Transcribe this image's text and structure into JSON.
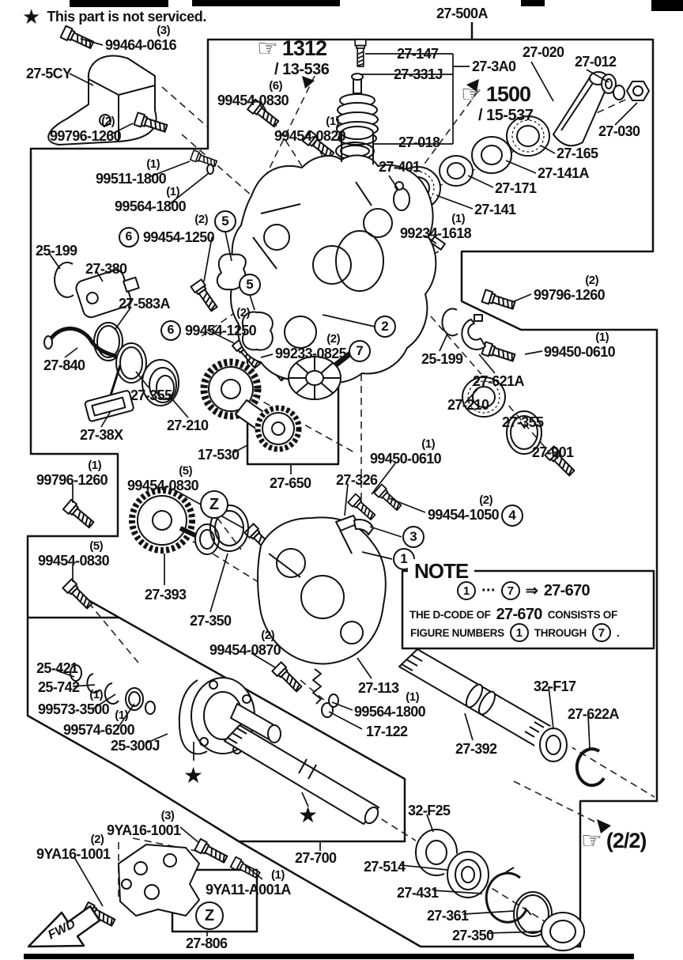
{
  "page": {
    "not_serviced_note": "This part is not serviced.",
    "fwd_label": "FWD"
  },
  "icons": {
    "star": "★",
    "hand": "☞",
    "arrow": "⇒"
  },
  "note_box": {
    "title": "NOTE",
    "seq_from": "1",
    "seq_dots": "···",
    "seq_to": "7",
    "arrow": "⇒",
    "seq_code": "27-670",
    "line2_pre": "THE D-CODE OF",
    "line2_code": "27-670",
    "line2_post": "CONSISTS OF",
    "line3_pre": "FIGURE NUMBERS",
    "line3_n1": "1",
    "line3_mid": "THROUGH",
    "line3_n2": "7",
    "line3_end": "."
  },
  "labels": [
    {
      "qty": "(3)",
      "text": "99464-0616"
    },
    {
      "text": "27-5CY"
    },
    {
      "qty": "(2)",
      "text": "99796-1260"
    },
    {
      "text": "27-500A"
    },
    {
      "icon": "hand",
      "text": "1312",
      "line2": "/ 13-536"
    },
    {
      "qty": "(6)",
      "text": "99454-0830"
    },
    {
      "qty": "(1)",
      "text": "99454-0820"
    },
    {
      "text": "27-147"
    },
    {
      "text": "27-331J"
    },
    {
      "text": "27-3A0"
    },
    {
      "text": "27-020"
    },
    {
      "text": "27-012"
    },
    {
      "icon": "hand",
      "text": "1500",
      "line2": "/ 15-537"
    },
    {
      "text": "27-030"
    },
    {
      "text": "27-018"
    },
    {
      "text": "27-165"
    },
    {
      "text": "27-141A"
    },
    {
      "text": "27-171"
    },
    {
      "text": "27-141"
    },
    {
      "text": "27-401"
    },
    {
      "qty": "(1)",
      "text": "99234-1618"
    },
    {
      "qty": "(1)",
      "text": "99511-1800"
    },
    {
      "qty": "(1)",
      "text": "99564-1800"
    },
    {
      "qty": "(2)",
      "pre": "6",
      "text": "99454-1250"
    },
    {
      "text": "25-199"
    },
    {
      "text": "27-380"
    },
    {
      "text": "27-583A"
    },
    {
      "qty": "(2)",
      "pre": "6",
      "text": "99454-1250"
    },
    {
      "qty": "(2)",
      "text": "99233-0825"
    },
    {
      "text": "27-840"
    },
    {
      "text": "27-355"
    },
    {
      "text": "27-38X"
    },
    {
      "text": "27-210"
    },
    {
      "text": "17-530"
    },
    {
      "qty": "(2)",
      "text": "99796-1260"
    },
    {
      "text": "25-199"
    },
    {
      "qty": "(1)",
      "text": "99450-0610"
    },
    {
      "text": "27-621A"
    },
    {
      "text": "27-210"
    },
    {
      "text": "27-355"
    },
    {
      "text": "27-901"
    },
    {
      "qty": "(1)",
      "text": "99450-0610"
    },
    {
      "text": "27-650"
    },
    {
      "text": "27-326"
    },
    {
      "qty": "(1)",
      "text": "99796-1260"
    },
    {
      "qty": "(5)",
      "text": "99454-0830"
    },
    {
      "qty": "(5)",
      "text": "99454-0830"
    },
    {
      "text": "27-393"
    },
    {
      "text": "27-350"
    },
    {
      "qty": "(2)",
      "text": "99454-1050"
    },
    {
      "qty": "(2)",
      "text": "99454-0870"
    },
    {
      "text": "25-421"
    },
    {
      "text": "25-742"
    },
    {
      "qty": "(1)",
      "text": "99573-3500"
    },
    {
      "qty": "(1)",
      "text": "99574-6200"
    },
    {
      "text": "25-300J"
    },
    {
      "text": "27-113"
    },
    {
      "qty": "(1)",
      "text": "99564-1800"
    },
    {
      "text": "17-122"
    },
    {
      "text": "27-392"
    },
    {
      "text": "32-F17"
    },
    {
      "text": "27-622A"
    },
    {
      "text": "27-700"
    },
    {
      "qty": "(3)",
      "text": "9YA16-1001"
    },
    {
      "qty": "(2)",
      "text": "9YA16-1001"
    },
    {
      "qty": "(1)",
      "text": "9YA11-A001A"
    },
    {
      "text": "27-806"
    },
    {
      "text": "32-F25"
    },
    {
      "text": "27-514"
    },
    {
      "text": "27-431"
    },
    {
      "text": "27-361"
    },
    {
      "text": "27-350"
    },
    {
      "icon": "hand",
      "text": "(2/2)"
    }
  ],
  "markers": [
    {
      "n": "5"
    },
    {
      "n": "5"
    },
    {
      "n": "2"
    },
    {
      "n": "7"
    },
    {
      "n": "4"
    },
    {
      "n": "3"
    },
    {
      "n": "1"
    },
    {
      "n": "Z"
    },
    {
      "n": "Z"
    }
  ]
}
